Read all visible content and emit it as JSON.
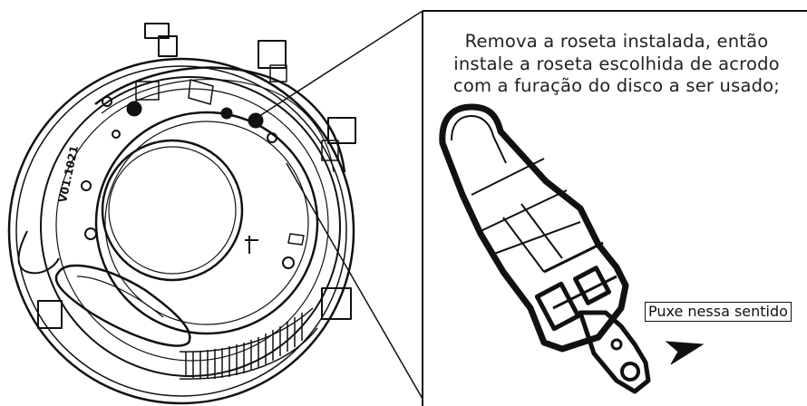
{
  "instruction_lines": [
    "Remova a roseta instalada, então",
    "instale a roseta escolhida de acrodo",
    "com a furação do disco a ser usado;"
  ],
  "callout_label": "Puxe nessa sentido",
  "ring_marking": "V01.1021",
  "colors": {
    "stroke": "#111111",
    "background": "#ffffff"
  },
  "icons": [
    "arrow-right-icon"
  ]
}
